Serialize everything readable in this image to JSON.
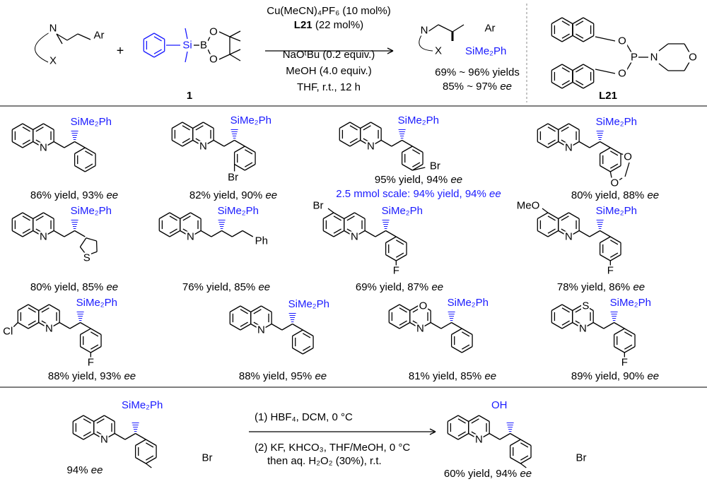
{
  "header": {
    "reactant_labels": {
      "N": "N",
      "X": "X",
      "Ar": "Ar",
      "plus": "+"
    },
    "reagent": {
      "Si": "Si",
      "B": "B",
      "O1": "O",
      "O2": "O",
      "label": "1"
    },
    "conditions": {
      "catalyst": "Cu(MeCN)₄PF₆ (10 mol%)",
      "ligand_bold": "L21",
      "ligand_rest": " (22 mol%)",
      "base": "NaOᵗBu (0.2 equiv.)",
      "additive": "MeOH (4.0 equiv.)",
      "solvent": "THF, r.t., 12 h"
    },
    "product": {
      "N": "N",
      "X": "X",
      "Ar": "Ar",
      "Si": "SiMe₂Ph",
      "yields": "69% ~ 96% yields",
      "ee_range": "85% ~ 97%",
      "ee": "ee"
    },
    "ligand": {
      "O1": "O",
      "O2": "O",
      "P": "P",
      "N": "N",
      "O3": "O",
      "name": "L21"
    }
  },
  "products": [
    {
      "yield": "86% yield, 93%",
      "Si": "SiMe₂Ph"
    },
    {
      "yield": "82% yield, 90%",
      "Si": "SiMe₂Ph",
      "sub": "Br"
    },
    {
      "yield": "95% yield, 94%",
      "Si": "SiMe₂Ph",
      "sub": "Br",
      "note": "2.5 mmol scale: 94% yield, 94%"
    },
    {
      "yield": "80% yield, 88%",
      "Si": "SiMe₂Ph",
      "O1": "O",
      "O2": "O"
    },
    {
      "yield": "80% yield, 85%",
      "Si": "SiMe₂Ph",
      "sub": "S"
    },
    {
      "yield": "76% yield, 85%",
      "Si": "SiMe₂Ph",
      "sub": "Ph"
    },
    {
      "yield": "69% yield, 87%",
      "Si": "SiMe₂Ph",
      "sub": "F",
      "qsub": "Br"
    },
    {
      "yield": "78% yield, 86%",
      "Si": "SiMe₂Ph",
      "sub": "F",
      "qsub": "MeO"
    },
    {
      "yield": "88% yield, 93%",
      "Si": "SiMe₂Ph",
      "sub": "F",
      "qsub": "Cl"
    },
    {
      "yield": "88% yield, 95%",
      "Si": "SiMe₂Ph"
    },
    {
      "yield": "81% yield, 85%",
      "Si": "SiMe₂Ph",
      "het": "O"
    },
    {
      "yield": "89% yield, 90%",
      "Si": "SiMe₂Ph",
      "sub": "F",
      "het": "S"
    }
  ],
  "ee": "ee",
  "N": "N",
  "derivatization": {
    "start_Si": "SiMe₂Ph",
    "start_Br": "Br",
    "start_ee": "94%",
    "step1": "(1) HBF₄, DCM, 0 °C",
    "step2": "(2) KF, KHCO₃, THF/MeOH, 0 °C",
    "step2b": "then aq. H₂O₂ (30%), r.t.",
    "prod_OH": "OH",
    "prod_Br": "Br",
    "prod_yield": "60% yield, 94%"
  },
  "colors": {
    "highlight": "#1a1aff",
    "rule": "#555555"
  }
}
